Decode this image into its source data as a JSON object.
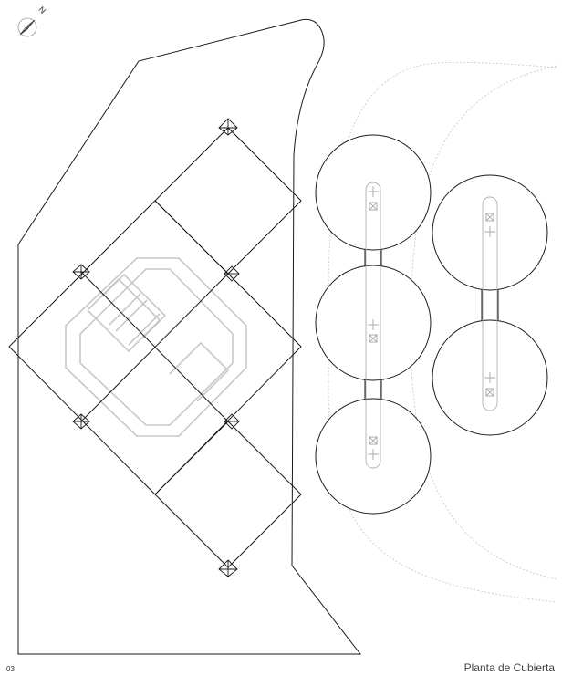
{
  "page_number": "03",
  "title": "Planta de Cubierta",
  "north_label": "N",
  "colors": {
    "line": "#1a1a1a",
    "ghost": "#c8c8c8",
    "dashed": "#c0c0c0"
  },
  "icons": {
    "north_arrow": "north-arrow-icon",
    "column_marker": "pyramid-marker-icon"
  }
}
